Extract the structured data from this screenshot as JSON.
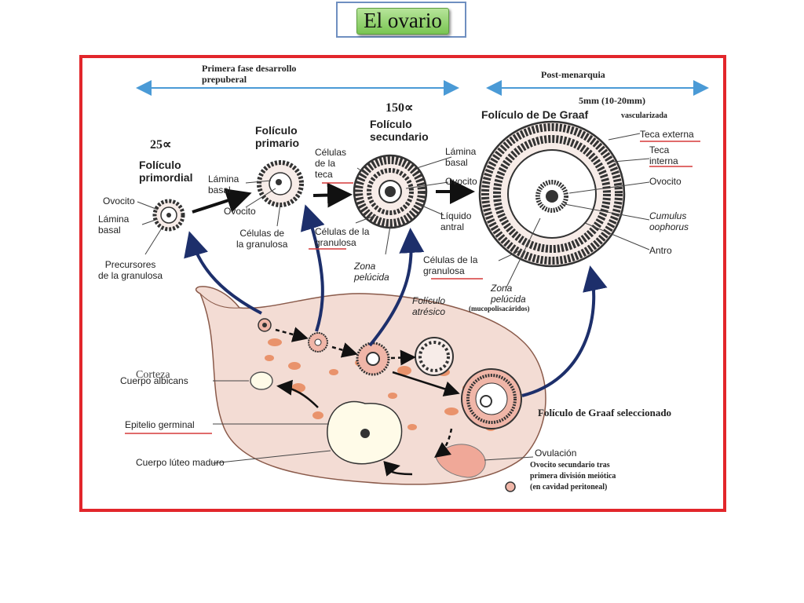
{
  "title": "El ovario",
  "headers": {
    "prepuberal": "Primera fase desarrollo\nprepuberal",
    "postmenarquia": "Post-menarquia",
    "graaf_size": "5mm  (10-20mm)",
    "vascularizada": "vascularizada",
    "size_25": "25∝",
    "size_150": "150∝"
  },
  "stages": {
    "primordial": "Folículo\nprimordial",
    "primario": "Folículo\nprimario",
    "secundario": "Folículo\nsecundario",
    "graaf": "Folículo de De Graaf"
  },
  "labels": {
    "ovocito_1": "Ovocito",
    "lamina_basal_1": "Lámina\nbasal",
    "precursores": "Precursores\nde la granulosa",
    "lamina_basal_2": "Lámina\nbasal",
    "ovocito_2": "Ovocito",
    "celulas_granulosa_1": "Células de\nla granulosa",
    "celulas_teca": "Células\nde la\nteca",
    "celulas_granulosa_2": "Células de la\ngranulosa",
    "zona_pelucida_1": "Zona\npelúcida",
    "lamina_basal_3": "Lámina\nbasal",
    "ovocito_3": "Ovocito",
    "liquido_antral": "Líquido\nantral",
    "teca_externa": "Teca externa",
    "teca_interna": "Teca\ninterna",
    "ovocito_4": "Ovocito",
    "cumulus": "Cumulus\noophorus",
    "antro": "Antro",
    "celulas_granulosa_3": "Células de la\ngranulosa",
    "zona_pelucida_2": "Zona\npelúcida",
    "mucopolisacaridos": "(mucopolisacáridos)",
    "foliculo_atresico": "Folículo\natrésico",
    "corteza": "Corteza",
    "cuerpo_albicans": "Cuerpo albicans",
    "epitelio_germinal": "Epitelio germinal",
    "cuerpo_luteo": "Cuerpo lúteo maduro",
    "ovulacion": "Ovulación",
    "graaf_seleccionado": "Folículo de Graaf seleccionado",
    "ovocito_secundario": "Ovocito secundario tras\nprimera división meiótica\n(en cavidad peritoneal)"
  },
  "colors": {
    "frame": "#e2262b",
    "title_pill": "#8fd468",
    "blue_arrow": "#4a9ad6",
    "ovary_fill": "#f3dcd4",
    "cell_pink": "#f0b6a8",
    "orange_spots": "#e8875a",
    "navy_arrow": "#1d2f6b"
  }
}
